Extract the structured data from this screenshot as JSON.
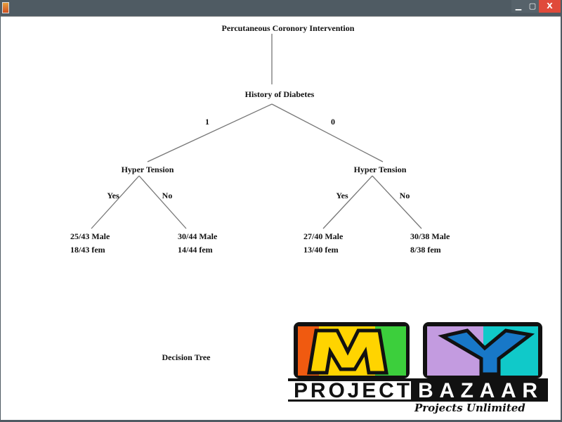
{
  "window": {
    "icon": "java-app-icon",
    "minimize": "▁",
    "maximize": "▢",
    "close": "X"
  },
  "tree": {
    "root": "Percutaneous Coronory Intervention",
    "level1": "History of Diabetes",
    "edges1": [
      "1",
      "0"
    ],
    "left": {
      "label": "Hyper Tension",
      "edges": [
        "Yes",
        "No"
      ],
      "leaves": [
        [
          "25/43 Male",
          "18/43 fem"
        ],
        [
          "30/44 Male",
          "14/44 fem"
        ]
      ]
    },
    "right": {
      "label": "Hyper Tension",
      "edges": [
        "Yes",
        "No"
      ],
      "leaves": [
        [
          "27/40 Male",
          "13/40 fem"
        ],
        [
          "30/38 Male",
          "8/38 fem"
        ]
      ]
    },
    "caption": "Decision Tree"
  },
  "logo": {
    "letters": "MY",
    "name1": "PROJECT",
    "name2": "BAZAAR",
    "tagline": "Projects Unlimited"
  }
}
